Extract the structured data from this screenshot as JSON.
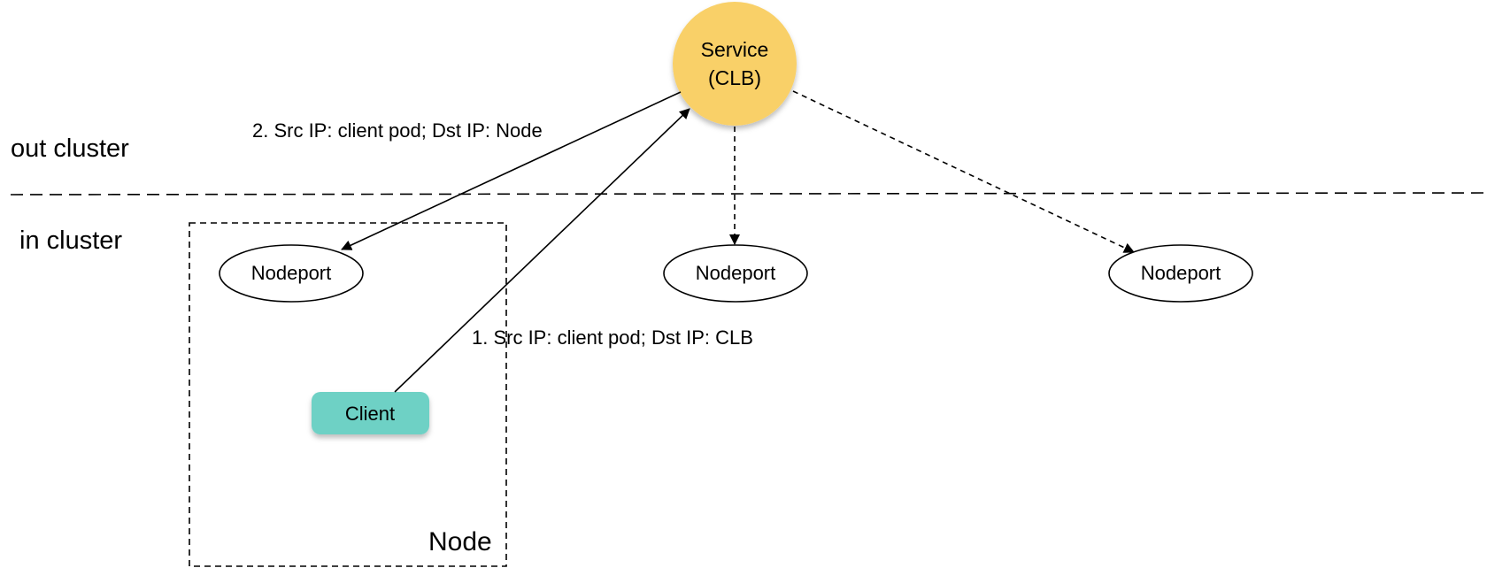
{
  "zones": {
    "outside_label": "out cluster",
    "inside_label": "in cluster"
  },
  "service": {
    "line1": "Service",
    "line2": "(CLB)",
    "fill_color": "#F9D067"
  },
  "node_box": {
    "label": "Node"
  },
  "nodeports": [
    {
      "label": "Nodeport"
    },
    {
      "label": "Nodeport"
    },
    {
      "label": "Nodeport"
    }
  ],
  "client": {
    "label": "Client",
    "fill_color": "#6ED1C5"
  },
  "edges": {
    "step1_label": "1. Src IP: client pod; Dst IP: CLB",
    "step2_label": "2. Src IP: client pod; Dst IP: Node"
  }
}
